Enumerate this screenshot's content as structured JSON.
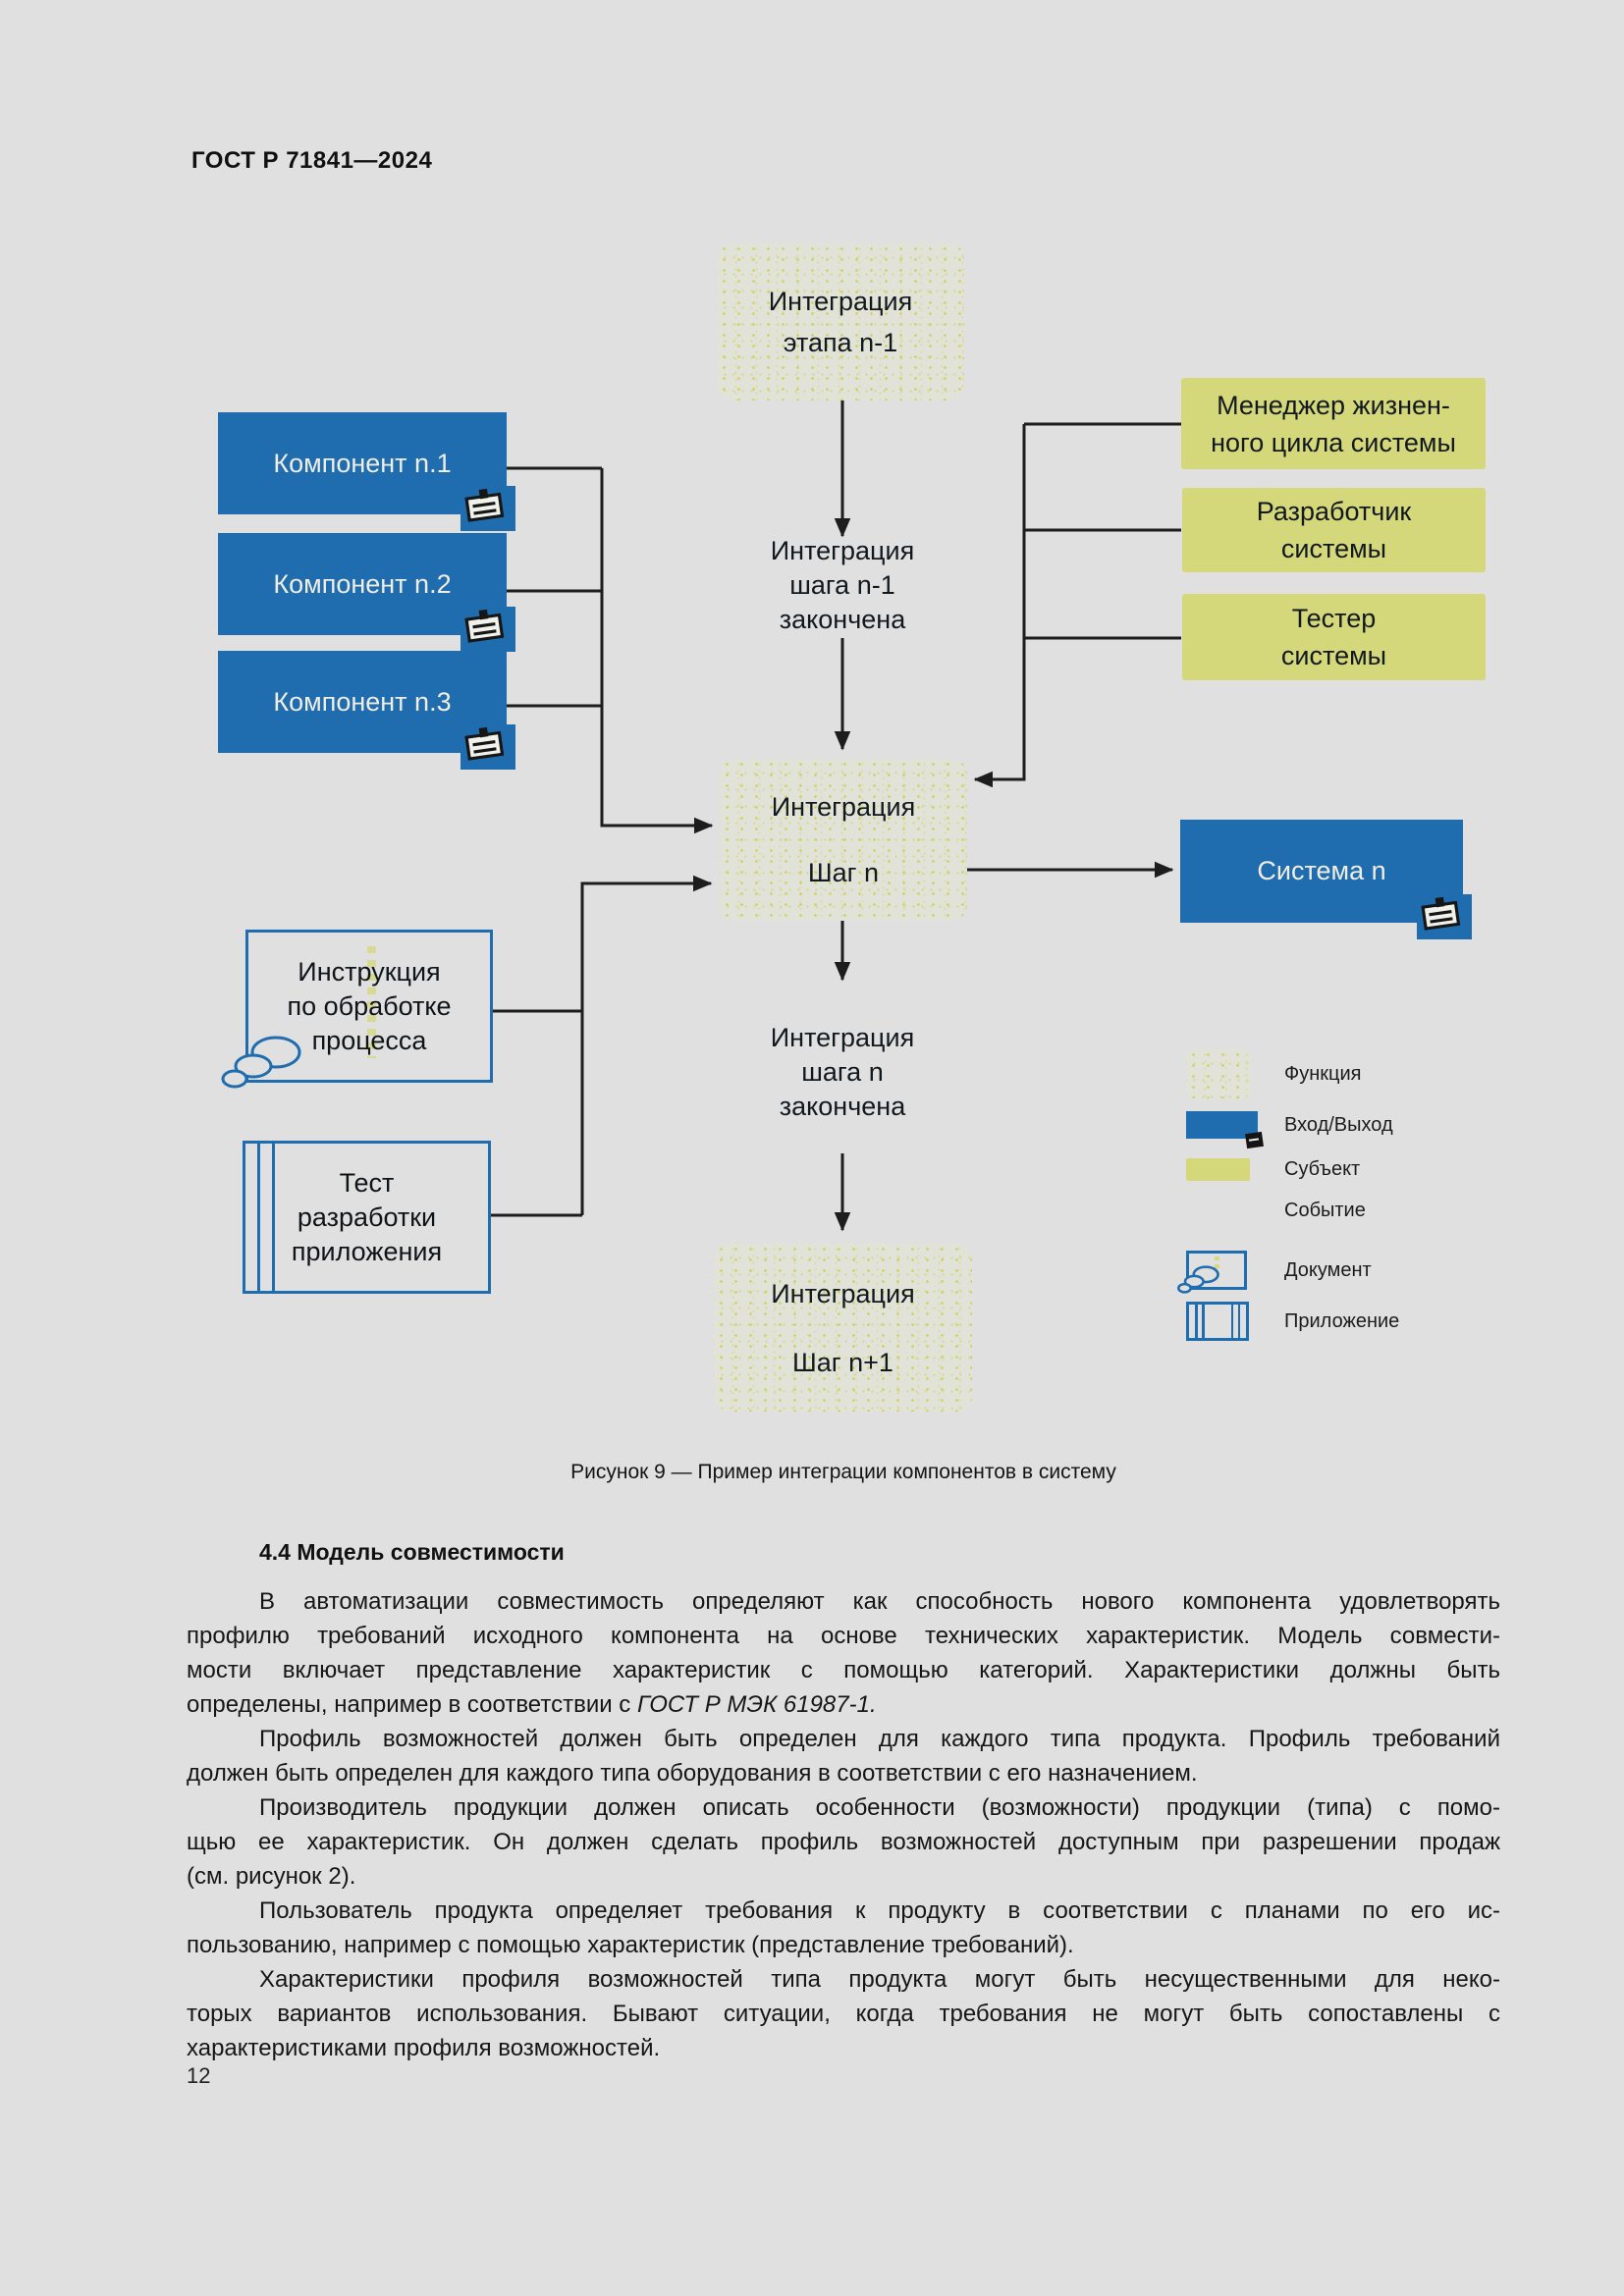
{
  "colors": {
    "page_bg": "#e0e0e0",
    "blue": "#1f6cae",
    "yellow": "#d5d77b",
    "function_bg": "#e2e3d8",
    "function_dot": "#ccd054",
    "line": "#1d1d1d"
  },
  "page": {
    "header": "ГОСТ Р 71841—2024",
    "page_number": "12"
  },
  "diagram": {
    "nodes": {
      "stage_prev": {
        "label": [
          "Интеграция",
          "этапа n-1"
        ]
      },
      "components": [
        {
          "label": "Компонент n.1"
        },
        {
          "label": "Компонент n.2"
        },
        {
          "label": "Компонент n.3"
        }
      ],
      "subjects": [
        {
          "label": [
            "Менеджер жизнен-",
            "ного цикла системы"
          ]
        },
        {
          "label": [
            "Разработчик",
            "системы"
          ]
        },
        {
          "label": [
            "Тестер",
            "системы"
          ]
        }
      ],
      "event_prev": {
        "label": [
          "Интеграция",
          "шага n-1",
          "закончена"
        ]
      },
      "step_n": {
        "label": [
          "Интеграция",
          "Шаг n"
        ]
      },
      "system_n": {
        "label": "Система n"
      },
      "document": {
        "label": [
          "Инструкция",
          "по обработке",
          "процесса"
        ]
      },
      "application": {
        "label": [
          "Тест",
          "разработки",
          "приложения"
        ]
      },
      "event_n": {
        "label": [
          "Интеграция",
          "шага n",
          "закончена"
        ]
      },
      "step_next": {
        "label": [
          "Интеграция",
          "Шаг n+1"
        ]
      }
    },
    "legend": [
      {
        "symbol": "function",
        "label": "Функция"
      },
      {
        "symbol": "input-output",
        "label": "Вход/Выход"
      },
      {
        "symbol": "subject",
        "label": "Субъект"
      },
      {
        "symbol": "event",
        "label": "Событие"
      },
      {
        "symbol": "document",
        "label": "Документ"
      },
      {
        "symbol": "application",
        "label": "Приложение"
      }
    ],
    "caption": "Рисунок 9 — Пример интеграции компонентов в систему"
  },
  "content": {
    "section_heading": "4.4 Модель совместимости",
    "paragraphs": [
      {
        "lines": [
          "В автоматизации совместимость определяют как способность нового компонента удовлетворять",
          "профилю требований исходного компонента на основе технических характеристик. Модель совмести-",
          "мости включает представление характеристик с помощью категорий. Характеристики должны быть",
          "определены, например в соответствии с ГОСТ Р МЭК 61987-1."
        ],
        "italic": "ГОСТ Р МЭК 61987-1."
      },
      {
        "lines": [
          "Профиль возможностей должен быть определен для каждого типа продукта. Профиль требований",
          "должен быть определен для каждого типа оборудования в соответствии с его назначением."
        ]
      },
      {
        "lines": [
          "Производитель продукции должен описать особенности (возможности) продукции (типа) с помо-",
          "щью ее характеристик. Он должен сделать профиль возможностей доступным при разрешении продаж",
          "(см. рисунок 2)."
        ]
      },
      {
        "lines": [
          "Пользователь продукта определяет требования к продукту в соответствии с планами по его ис-",
          "пользованию, например с помощью характеристик (представление требований)."
        ]
      },
      {
        "lines": [
          "Характеристики профиля возможностей типа продукта могут быть несущественными для неко-",
          "торых вариантов использования. Бывают ситуации, когда требования не могут быть сопоставлены с",
          "характеристиками профиля возможностей."
        ]
      }
    ]
  }
}
